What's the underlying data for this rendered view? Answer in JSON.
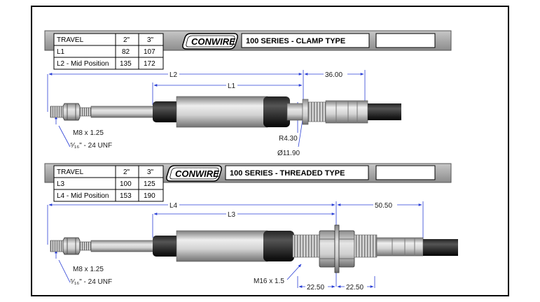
{
  "clamp": {
    "title": "100 SERIES - CLAMP TYPE",
    "logo": "CONWIRE",
    "table": {
      "head": [
        "TRAVEL",
        "2\"",
        "3\""
      ],
      "rows": [
        [
          "L1",
          "82",
          "107"
        ],
        [
          "L2 - Mid Position",
          "135",
          "172"
        ]
      ]
    },
    "dims": {
      "L2": "L2",
      "L1": "L1",
      "d36": "36.00",
      "thread_m8": "M8 x 1.25",
      "thread_unf": "⁵⁄₁₆\" - 24 UNF",
      "radius": "R4.30",
      "dia": "Ø11.90"
    }
  },
  "threaded": {
    "title": "100 SERIES - THREADED TYPE",
    "logo": "CONWIRE",
    "table": {
      "head": [
        "TRAVEL",
        "2\"",
        "3\""
      ],
      "rows": [
        [
          "L3",
          "100",
          "125"
        ],
        [
          "L4 - Mid Position",
          "153",
          "190"
        ]
      ]
    },
    "dims": {
      "L4": "L4",
      "L3": "L3",
      "d50": "50.50",
      "thread_m8": "M8 x 1.25",
      "thread_unf": "⁵⁄₁₆\" - 24 UNF",
      "thread_m16": "M16 x 1.5",
      "d22a": "22.50",
      "d22b": "22.50"
    }
  },
  "colors": {
    "dim_line": "#2a3fd6",
    "metal": "#b8b8b8",
    "sleeve": "#111111"
  }
}
